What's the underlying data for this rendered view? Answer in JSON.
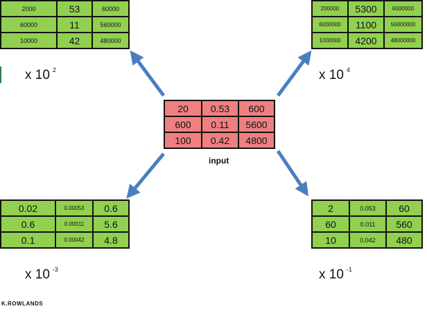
{
  "input": {
    "caption": "input",
    "rows": [
      [
        "20",
        "0.53",
        "600"
      ],
      [
        "600",
        "0.11",
        "5600"
      ],
      [
        "100",
        "0.42",
        "4800"
      ]
    ]
  },
  "top_left": {
    "multiplier_base": "x 10",
    "multiplier_exp": "2",
    "rows": [
      [
        "2000",
        "53",
        "60000"
      ],
      [
        "60000",
        "11",
        "560000"
      ],
      [
        "10000",
        "42",
        "480000"
      ]
    ]
  },
  "top_right": {
    "multiplier_base": "x 10",
    "multiplier_exp": "4",
    "rows": [
      [
        "200000",
        "5300",
        "6000000"
      ],
      [
        "6000000",
        "1100",
        "56000000"
      ],
      [
        "1000000",
        "4200",
        "48000000"
      ]
    ]
  },
  "bottom_left": {
    "multiplier_base": "x 10",
    "multiplier_exp": "-3",
    "rows": [
      [
        "0.02",
        "0.00053",
        "0.6"
      ],
      [
        "0.6",
        "0.00011",
        "5.6"
      ],
      [
        "0.1",
        "0.00042",
        "4.8"
      ]
    ]
  },
  "bottom_right": {
    "multiplier_base": "x 10",
    "multiplier_exp": "-1",
    "rows": [
      [
        "2",
        "0.053",
        "60"
      ],
      [
        "60",
        "0.011",
        "560"
      ],
      [
        "10",
        "0.042",
        "480"
      ]
    ]
  },
  "credit": "K.ROWLANDS",
  "colors": {
    "result_fill": "#92d050",
    "input_fill": "#f08080",
    "arrow": "#4a7fbf"
  }
}
